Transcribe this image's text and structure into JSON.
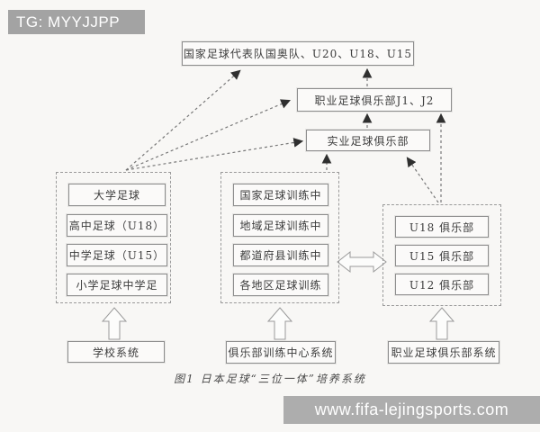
{
  "watermark_top": {
    "text": "TG: MYYJJPP"
  },
  "watermark_bottom": {
    "text": "www.fifa-lejingsports.com"
  },
  "colors": {
    "watermark_bg": "#a3a3a3",
    "box_border": "#8d8d8d",
    "dashed_border": "#9a9a9a",
    "text": "#3c3c3c",
    "arrow_line": "#787878",
    "arrowhead": "#2f2f2f"
  },
  "diagram": {
    "caption": "图1  日本足球“三位一体”培养系统",
    "top_nodes": {
      "national_team": "国家足球代表队国奥队、U20、U18、U15",
      "pro_clubs": "职业足球俱乐部J1、J2",
      "industrial_clubs": "实业足球俱乐部"
    },
    "school_group": {
      "items": [
        "大学足球",
        "高中足球（U18）",
        "中学足球（U15）",
        "小学足球中学足"
      ],
      "system_label": "学校系统"
    },
    "training_group": {
      "items": [
        "国家足球训练中",
        "地域足球训练中",
        "都道府县训练中",
        "各地区足球训练"
      ],
      "system_label": "俱乐部训练中心系统"
    },
    "club_group": {
      "items": [
        "U18 俱乐部",
        "U15 俱乐部",
        "U12 俱乐部"
      ],
      "system_label": "职业足球俱乐部系统"
    }
  }
}
